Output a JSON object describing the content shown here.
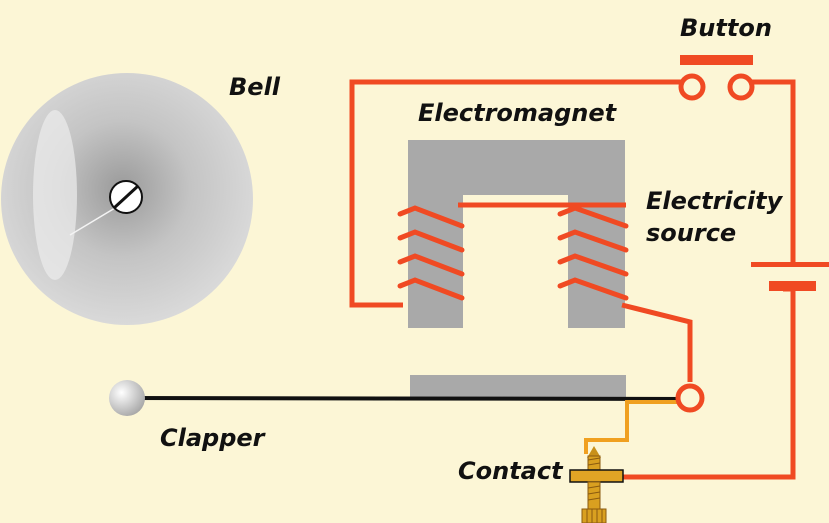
{
  "labels": {
    "bell": "Bell",
    "button": "Button",
    "electromagnet": "Electromagnet",
    "electricity_source_line1": "Electricity",
    "electricity_source_line2": "source",
    "clapper": "Clapper",
    "contact": "Contact"
  },
  "colors": {
    "background": "#fcf6d6",
    "wire": "#f04a23",
    "core": "#a9a9a9",
    "clapper_arm": "#111111",
    "contact_wire": "#f0a020",
    "contact_screw": "#d9a020"
  }
}
